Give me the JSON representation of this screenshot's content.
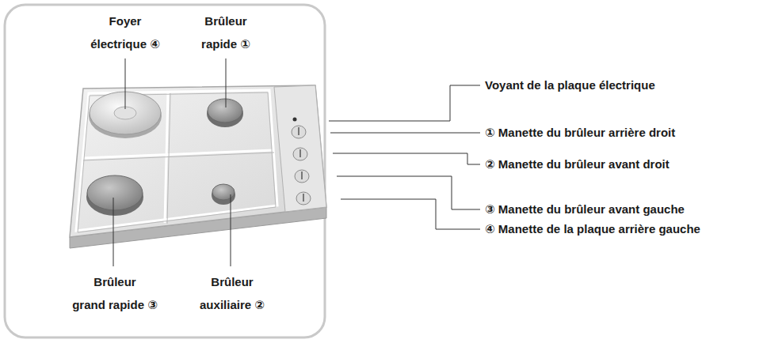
{
  "diagram": {
    "labels": [
      "Foyer électrique ④",
      "Brûleur rapide ①",
      "Voyant de la plaque électrique",
      "① Manette du brûleur arrière droit",
      "② Manette du brûleur avant droit",
      "③ Manette du brûleur avant gauche",
      "④ Manette de la plaque arrière gauche",
      "Brûleur grand rapide ③",
      "Brûleur auxiliaire ②"
    ]
  }
}
